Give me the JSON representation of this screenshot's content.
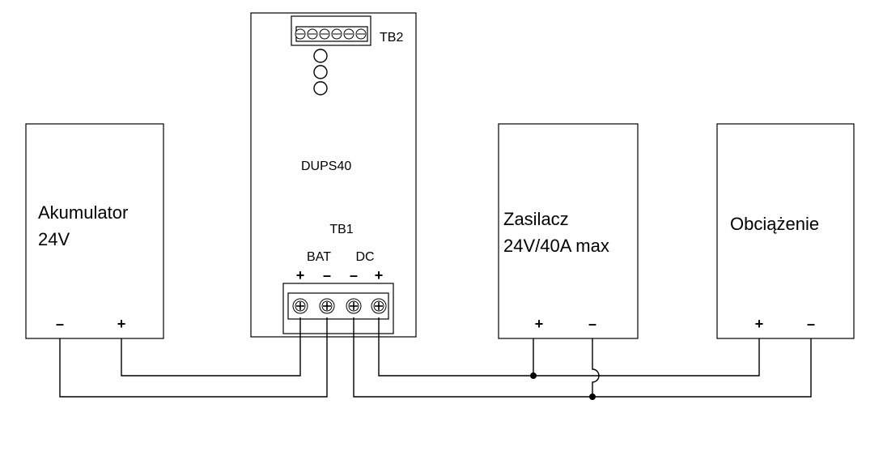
{
  "battery": {
    "title": "Akumulator",
    "voltage": "24V",
    "minus": "–",
    "plus": "+"
  },
  "ups": {
    "name": "DUPS40",
    "tb2_label": "TB2",
    "tb1_label": "TB1",
    "bat_label": "BAT",
    "dc_label": "DC",
    "pin_signs": [
      "+",
      "–",
      "–",
      "+"
    ]
  },
  "psu": {
    "title": "Zasilacz",
    "rating": "24V/40A max",
    "plus": "+",
    "minus": "–"
  },
  "load": {
    "title": "Obciążenie",
    "plus": "+",
    "minus": "–"
  }
}
